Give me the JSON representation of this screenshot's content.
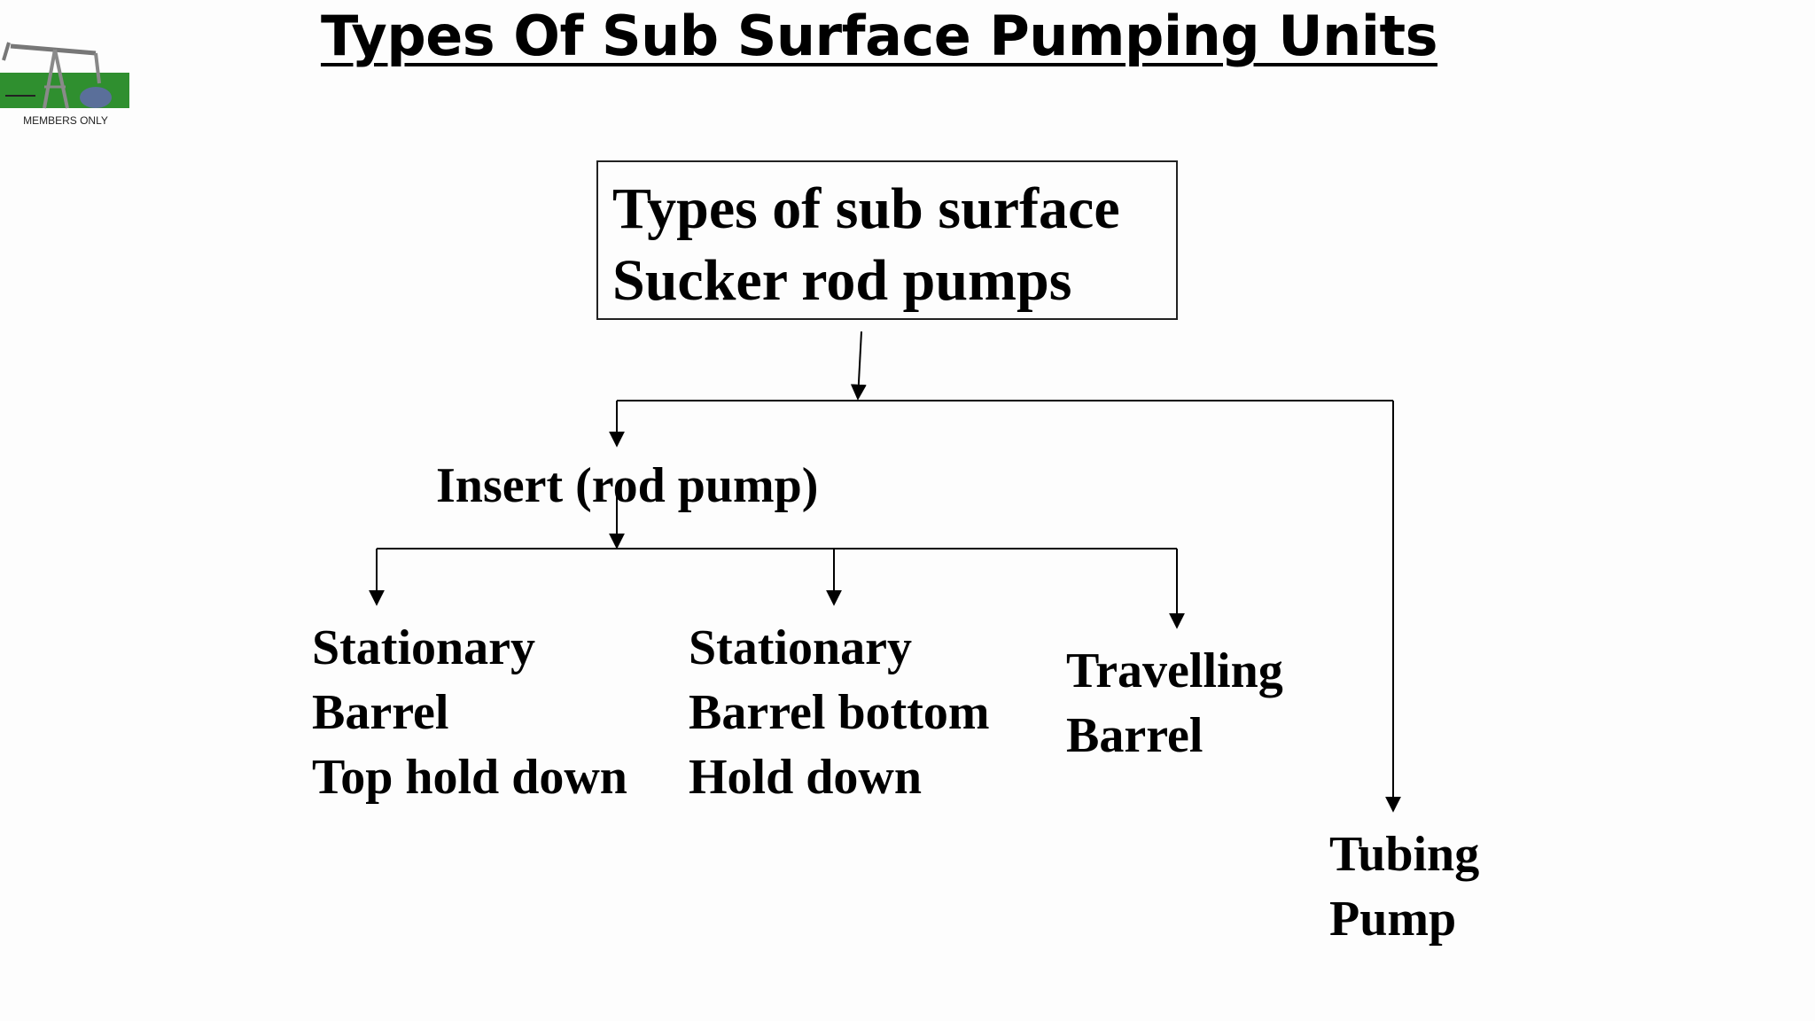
{
  "title": "Types Of Sub Surface Pumping Units",
  "logo": {
    "caption": "MEMBERS ONLY"
  },
  "root": {
    "lines": [
      "Types of sub surface",
      "Sucker rod pumps"
    ]
  },
  "branches": {
    "insert": {
      "label": "Insert (rod pump)"
    },
    "stationary_top": {
      "lines": [
        "Stationary",
        "Barrel",
        "Top hold down"
      ]
    },
    "stationary_bottom": {
      "lines": [
        "Stationary",
        "Barrel bottom",
        "Hold down"
      ]
    },
    "travelling": {
      "lines": [
        "Travelling",
        "Barrel"
      ]
    },
    "tubing": {
      "lines": [
        "Tubing",
        "Pump"
      ]
    }
  },
  "colors": {
    "logo_green": "#2f8f2f",
    "line": "#000000"
  }
}
